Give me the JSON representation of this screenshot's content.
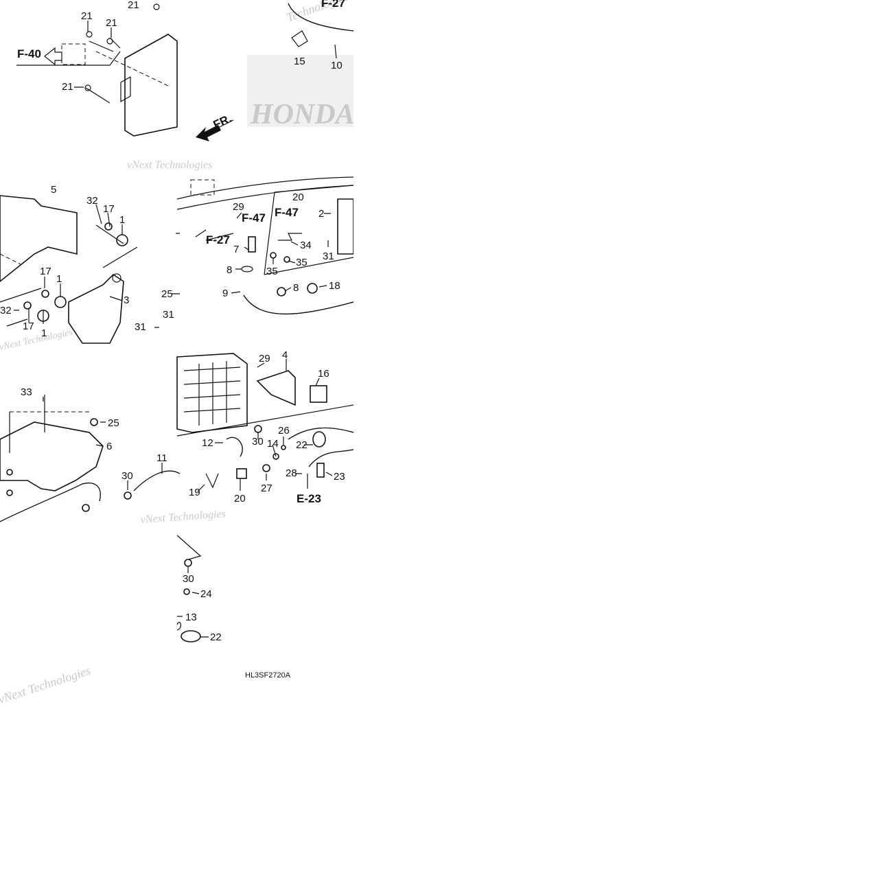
{
  "diagram": {
    "image_code": "HL3SF2720A",
    "brand_watermark": "HONDA",
    "direction_marker": "FR.",
    "watermarks": [
      "vNext Technologies",
      "vNext Technologies",
      "vNext Technologies",
      "vNext Technologies",
      "Technologies"
    ],
    "part_labels": [
      "21",
      "21",
      "21",
      "21",
      "15",
      "10",
      "5",
      "32",
      "17",
      "1",
      "17",
      "1",
      "3",
      "32",
      "17",
      "1",
      "33",
      "25",
      "6",
      "30",
      "11",
      "29",
      "20",
      "2",
      "7",
      "34",
      "31",
      "35",
      "35",
      "8",
      "8",
      "18",
      "9",
      "25",
      "31",
      "31",
      "29",
      "4",
      "16",
      "12",
      "30",
      "14",
      "26",
      "22",
      "28",
      "23",
      "27",
      "20",
      "19",
      "30",
      "24",
      "13",
      "22"
    ],
    "ref_labels": [
      "F-40",
      "F-27",
      "F-27",
      "F-47",
      "F-47",
      "E-23"
    ]
  }
}
